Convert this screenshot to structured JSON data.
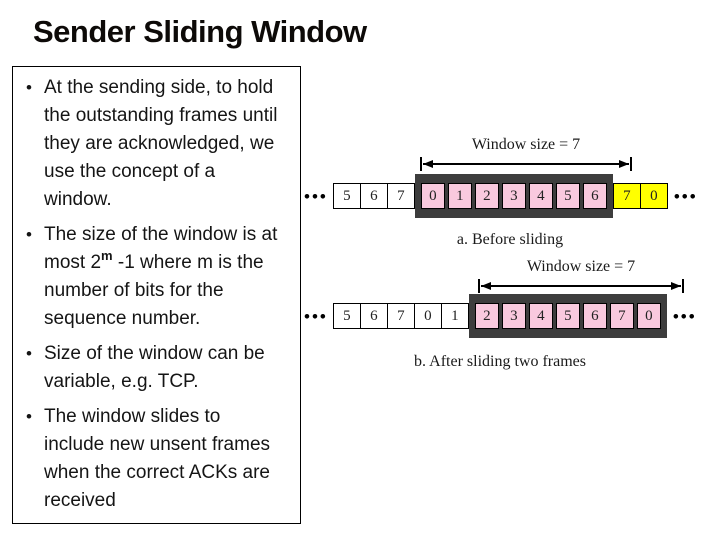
{
  "slide": {
    "title": "Sender Sliding Window"
  },
  "text_panel": {
    "bullet_char": "•",
    "bullets": [
      {
        "text": "At the sending side, to hold the outstanding frames until they are acknowledged, we use the concept of a window."
      },
      {
        "pre": "The size of the window is at most 2",
        "sup": "m",
        "post": " -1 where m is the number of bits for the sequence number."
      },
      {
        "text": "Size of the window can be variable, e.g. TCP."
      },
      {
        "text": "The window slides to include new unsent frames when the correct ACKs are received"
      }
    ]
  },
  "diagrams": [
    {
      "window_label": "Window size = 7",
      "caption": "a. Before sliding",
      "ellipsis": "•••",
      "cells_before": [
        "5",
        "6",
        "7"
      ],
      "cells_window": [
        "0",
        "1",
        "2",
        "3",
        "4",
        "5",
        "6"
      ],
      "cells_after": [
        "7",
        "0"
      ]
    },
    {
      "window_label": "Window size = 7",
      "caption": "b. After sliding two frames",
      "ellipsis": "•••",
      "cells_before": [
        "5",
        "6",
        "7",
        "0",
        "1"
      ],
      "cells_window": [
        "2",
        "3",
        "4",
        "5",
        "6",
        "7",
        "0"
      ],
      "cells_after": []
    }
  ],
  "colors": {
    "window_band": "#3d3d3d",
    "frame_in_window": "#f9c9de",
    "frame_next": "#ffff00",
    "frame_outside": "#ffffff"
  }
}
